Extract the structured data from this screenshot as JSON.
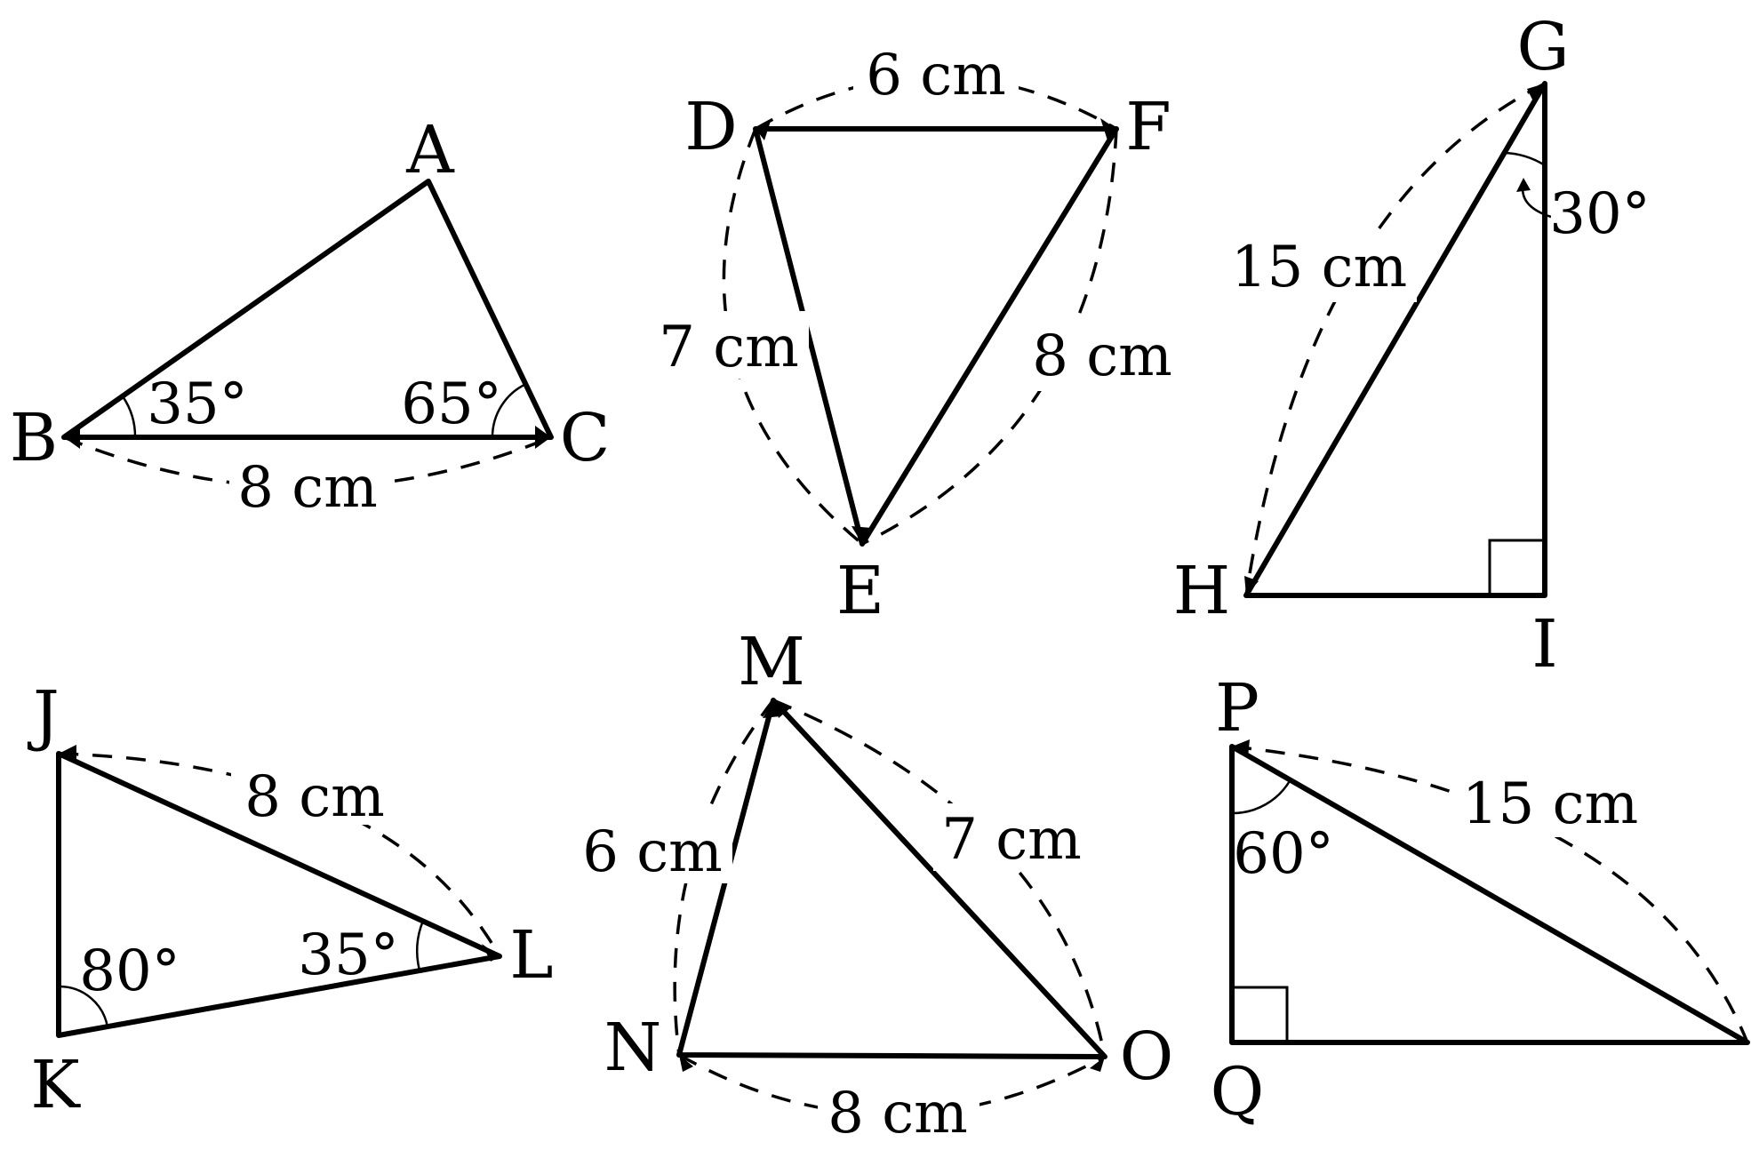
{
  "triangles": [
    {
      "id": "ABC",
      "vertices": {
        "A": "A",
        "B": "B",
        "C": "C"
      },
      "side_label": "8 cm",
      "angle_B": "35°",
      "angle_C": "65°"
    },
    {
      "id": "DEF",
      "vertices": {
        "D": "D",
        "E": "E",
        "F": "F"
      },
      "side_DF": "6 cm",
      "side_DE": "7 cm",
      "side_EF": "8 cm"
    },
    {
      "id": "GHI",
      "vertices": {
        "G": "G",
        "H": "H",
        "I": "I"
      },
      "side_GH": "15 cm",
      "angle_G": "30°",
      "right_angle_at": "I"
    },
    {
      "id": "JKL",
      "vertices": {
        "J": "J",
        "K": "K",
        "L": "L"
      },
      "side_JL": "8 cm",
      "angle_K": "80°",
      "angle_L": "35°"
    },
    {
      "id": "MNO",
      "vertices": {
        "M": "M",
        "N": "N",
        "O": "O"
      },
      "side_MN": "6 cm",
      "side_MO": "7 cm",
      "side_NO": "8 cm"
    },
    {
      "id": "PQR",
      "vertices": {
        "P": "P",
        "Q": "Q"
      },
      "side_PR": "15 cm",
      "angle_P": "60°",
      "right_angle_at": "Q"
    }
  ]
}
